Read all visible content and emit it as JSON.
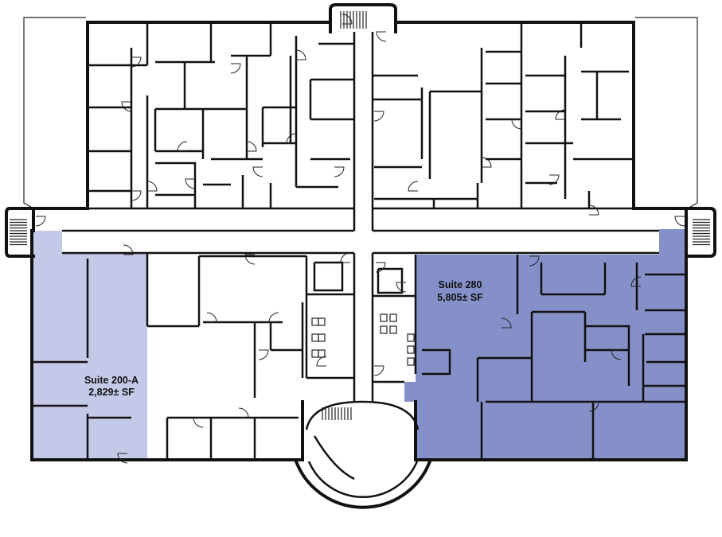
{
  "colors": {
    "suite_200a_fill": "#c5c9e8",
    "suite_280_fill": "#8590c9",
    "wall": "#111111",
    "background": "#ffffff"
  },
  "suites": [
    {
      "id": "suite-200a",
      "name": "Suite 200-A",
      "area": "2,829± SF"
    },
    {
      "id": "suite-280",
      "name": "Suite 280",
      "area": "5,805± SF"
    }
  ]
}
